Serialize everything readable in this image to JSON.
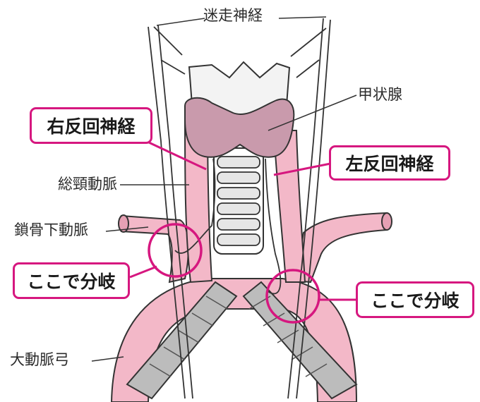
{
  "labels": {
    "vagus_nerve": "迷走神経",
    "thyroid_gland": "甲状腺",
    "right_recurrent_nerve": "右反回神経",
    "left_recurrent_nerve": "左反回神経",
    "common_carotid_artery": "総頸動脈",
    "subclavian_artery": "鎖骨下動脈",
    "branch_point_left": "ここで分岐",
    "branch_point_right": "ここで分岐",
    "aortic_arch": "大動脈弓"
  },
  "colors": {
    "artery_pink": "#f3b8c8",
    "thyroid_mauve": "#c99aac",
    "highlight_magenta": "#d6177f",
    "outline": "#333333",
    "cartilage": "#e6e6e6",
    "trachea_gray": "#bcbcbc"
  }
}
